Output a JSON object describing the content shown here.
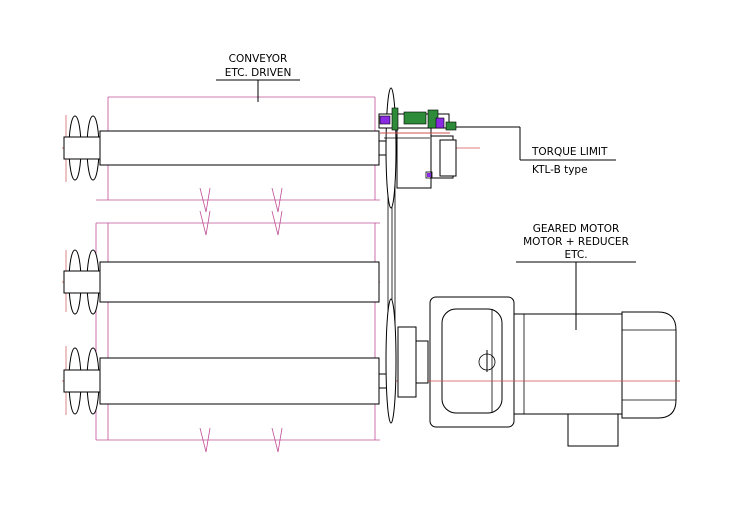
{
  "labels": {
    "conveyor_line1": "CONVEYOR",
    "conveyor_line2": "ETC. DRIVEN",
    "torque_line1": "TORQUE LIMIT",
    "torque_line2": "KTL-B  type",
    "motor_line1": "GEARED MOTOR",
    "motor_line2": "MOTOR + REDUCER",
    "motor_line3": "ETC."
  },
  "colors": {
    "line": "#000000",
    "dimension": "#c04f96",
    "centerline": "#d05050",
    "torque_limiter_green": "#2e8b3a",
    "torque_limiter_purple": "#8a2be2"
  }
}
